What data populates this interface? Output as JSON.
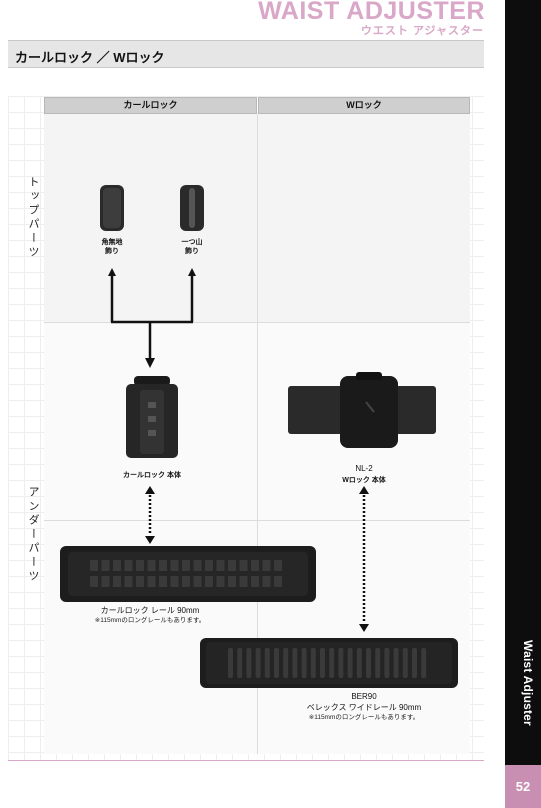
{
  "header": {
    "title": "WAIST ADJUSTER",
    "subtitle": "ウエスト アジャスター"
  },
  "section": {
    "title": "カールロック ／ Wロック"
  },
  "table": {
    "col_left": "カールロック",
    "col_right": "Wロック"
  },
  "rows": {
    "top": "トップパーツ",
    "under": "アンダーパーツ"
  },
  "parts": {
    "top_a": "角無地\n飾り",
    "top_b": "一つ山\n飾り",
    "curl_body": "カールロック 本体",
    "nl2_code": "NL-2",
    "nl2_name": "Wロック 本体",
    "curl_rail": "カールロック レール 90mm",
    "curl_rail_note": "※115mmのロングレールもあります。",
    "ber_code": "BER90",
    "ber_name": "ベレックス ワイドレール 90mm",
    "ber_note": "※115mmのロングレールもあります。"
  },
  "side": {
    "label": "Waist Adjuster",
    "page": "52"
  },
  "colors": {
    "accent": "#d9a7c7",
    "page_bg": "#c98fb3",
    "strip": "#0d0d0d"
  }
}
